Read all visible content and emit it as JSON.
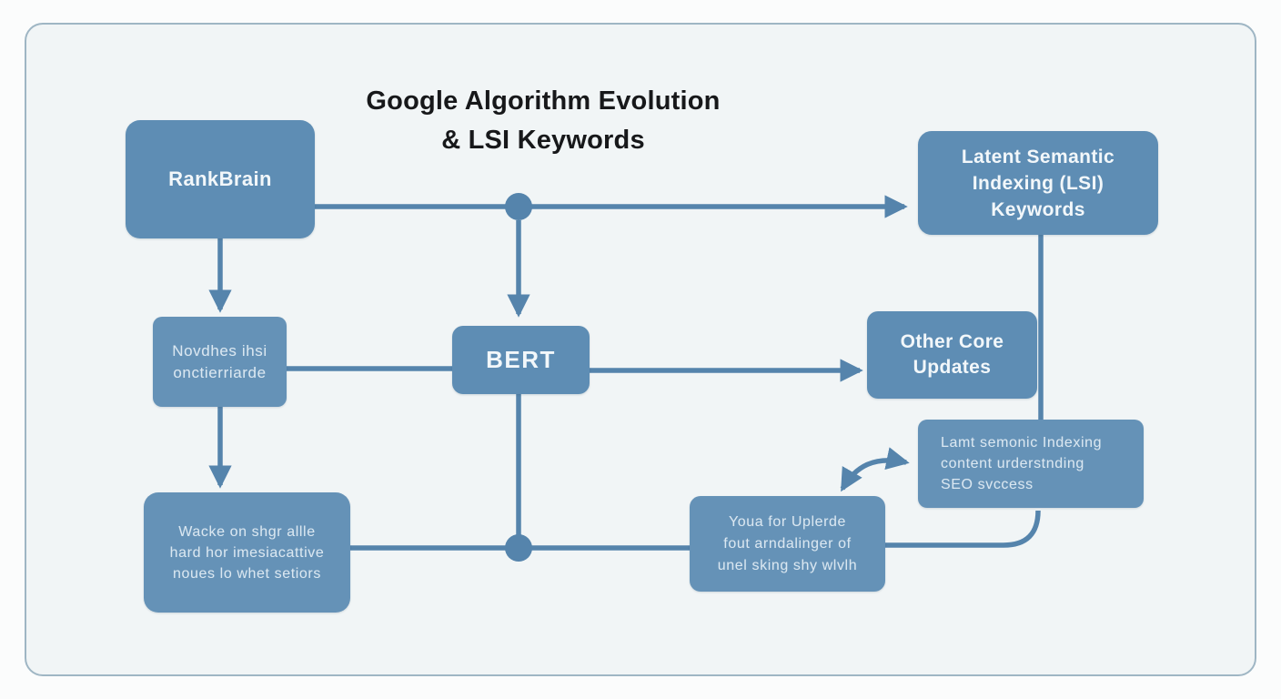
{
  "title": {
    "line1": "Google Algorithm Evolution",
    "line2": "& LSI Keywords"
  },
  "colors": {
    "page_bg": "#fbfcfc",
    "panel_bg": "#f1f5f6",
    "panel_border": "#9fb6c4",
    "node_fill": "#5e8db4",
    "connector": "#5584ac",
    "node_text": "#f2f7fa",
    "node_text_light": "#d9e7f1",
    "title_text": "#17181a"
  },
  "nodes": {
    "rankbrain": {
      "lines": [
        "RankBrain"
      ]
    },
    "novdhes": {
      "lines": [
        "Novdhes ihsi",
        "onctierriarde"
      ]
    },
    "bert": {
      "lines": [
        "BERT"
      ]
    },
    "wacke": {
      "lines": [
        "Wacke on shgr allle",
        "hard hor imesiacattive",
        "noues lo whet setiors"
      ]
    },
    "lsi": {
      "lines": [
        "Latent Semantic",
        "Indexing (LSI)",
        "Keywords"
      ]
    },
    "other_core": {
      "lines": [
        "Other Core",
        "Updates"
      ]
    },
    "lamt": {
      "lines": [
        "Lamt semonic Indexing",
        "content urderstnding",
        "SEO svccess"
      ]
    },
    "youa": {
      "lines": [
        "Youa for Uplerde",
        "fout arndalinger of",
        "unel sking shy wlvlh"
      ]
    }
  }
}
